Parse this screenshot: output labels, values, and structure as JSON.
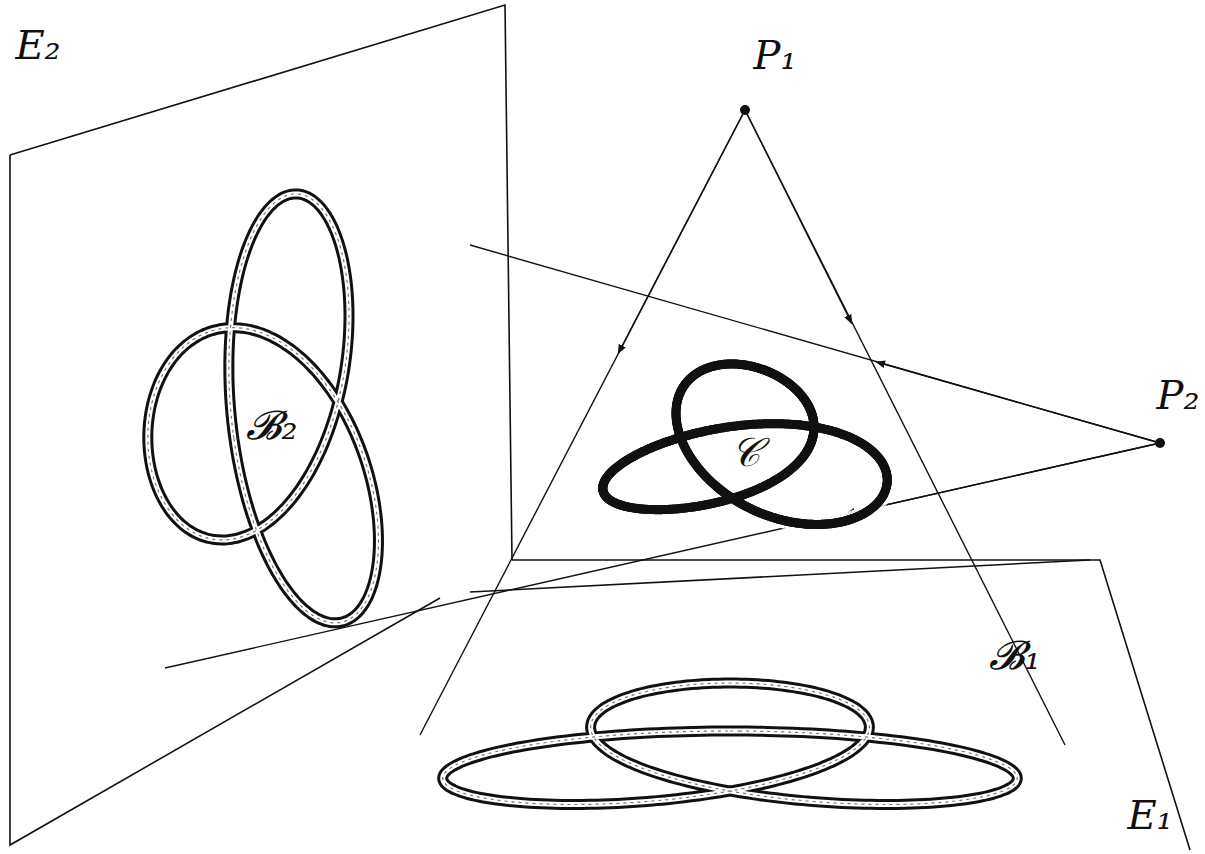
{
  "diagram": {
    "labels": [
      "E₂",
      "P₁",
      "P₂",
      "𝓑₂",
      "𝒞",
      "𝓑₁",
      "E₁"
    ]
  }
}
